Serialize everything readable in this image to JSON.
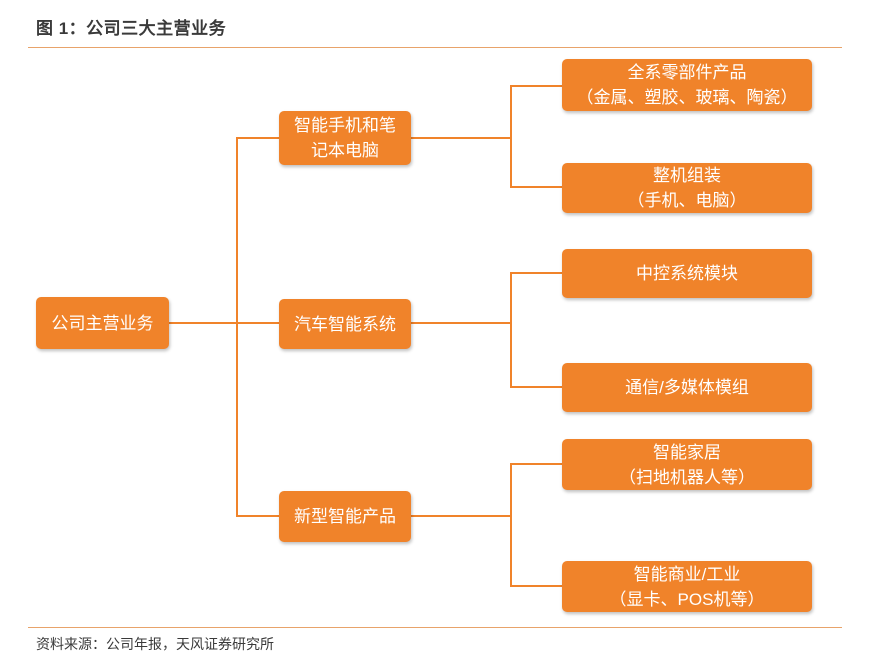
{
  "figure": {
    "title": "图 1：公司三大主营业务"
  },
  "source": "资料来源：公司年报，天风证券研究所",
  "colors": {
    "node_fill": "#f0832a",
    "connector": "#f0832a",
    "rule": "#e8a36a",
    "text": "#3a3a3a"
  },
  "root": {
    "label": "公司主营业务"
  },
  "categories": [
    {
      "lines": [
        "智能手机和笔",
        "记本电脑"
      ],
      "children": [
        {
          "lines": [
            "全系零部件产品",
            "（金属、塑胶、玻璃、陶瓷）"
          ]
        },
        {
          "lines": [
            "整机组装",
            "（手机、电脑）"
          ]
        }
      ]
    },
    {
      "lines": [
        "汽车智能系统"
      ],
      "children": [
        {
          "lines": [
            "中控系统模块"
          ]
        },
        {
          "lines": [
            "通信/多媒体模组"
          ]
        }
      ]
    },
    {
      "lines": [
        "新型智能产品"
      ],
      "children": [
        {
          "lines": [
            "智能家居",
            "（扫地机器人等）"
          ]
        },
        {
          "lines": [
            "智能商业/工业",
            "（显卡、POS机等）"
          ]
        }
      ]
    }
  ]
}
